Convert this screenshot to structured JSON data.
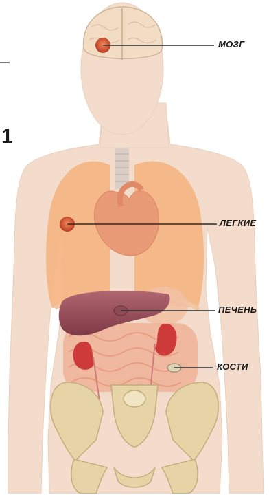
{
  "labels": {
    "brain": "МОЗГ",
    "lungs": "ЛЕГКИЕ",
    "liver": "ПЕЧЕНЬ",
    "bones": "КОСТИ"
  },
  "edge_mark": "1",
  "colors": {
    "skin": "#f3dccb",
    "lungs": "#f5b483",
    "heart": "#e99a76",
    "liver": "#9b4f5a",
    "kidney": "#cc3a3a",
    "intestine": "#f0b59a",
    "bone": "#e6d3a6",
    "tumor": "#d2532f"
  }
}
